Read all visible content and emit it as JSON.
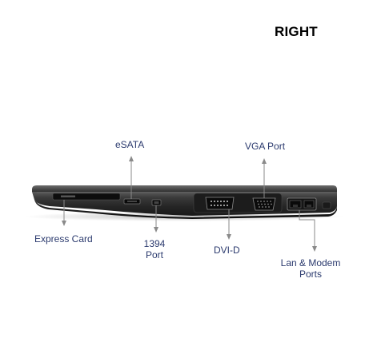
{
  "header": {
    "title": "RIGHT"
  },
  "labels": {
    "esata": "eSATA",
    "vga": "VGA Port",
    "express_card": "Express Card",
    "port1394_line1": "1394",
    "port1394_line2": "Port",
    "dvi": "DVI-D",
    "lan_line1": "Lan & Modem",
    "lan_line2": "Ports"
  },
  "colors": {
    "label_text": "#2b3a6e",
    "callout_line": "#8a8a8a",
    "laptop_body": "#2a2a2a"
  }
}
